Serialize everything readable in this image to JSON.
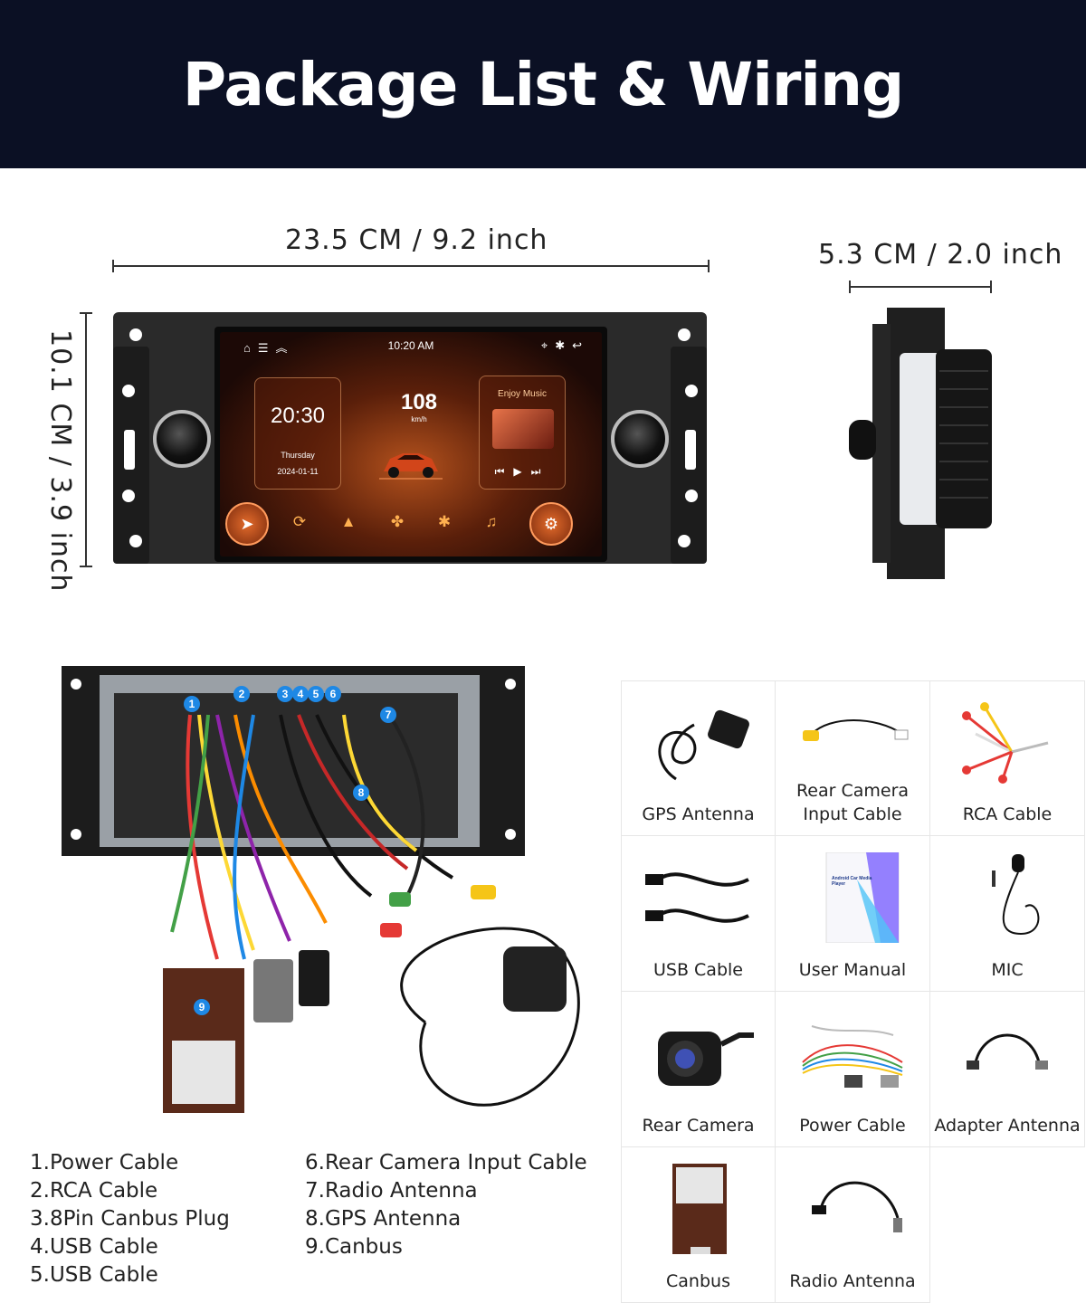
{
  "header": {
    "title": "Package List & Wiring"
  },
  "dimensions": {
    "width": "23.5 CM / 9.2 inch",
    "height": "10.1 CM / 3.9 inch",
    "depth": "5.3 CM / 2.0 inch"
  },
  "screen": {
    "status_time": "10:20 AM",
    "clock_time": "20:30",
    "clock_day": "Thursday",
    "clock_date": "2024-01-11",
    "speed_value": "108",
    "speed_unit": "km/h",
    "music_title": "Enjoy Music"
  },
  "wiring_badges": [
    "1",
    "2",
    "3",
    "4",
    "5",
    "6",
    "7",
    "8",
    "9"
  ],
  "legend": {
    "left": [
      "1.Power Cable",
      "2.RCA Cable",
      "3.8Pin Canbus Plug",
      "4.USB Cable",
      "5.USB Cable"
    ],
    "right": [
      "6.Rear Camera Input Cable",
      "7.Radio Antenna",
      "8.GPS Antenna",
      "9.Canbus"
    ]
  },
  "package": {
    "items": [
      {
        "label": "GPS Antenna",
        "icon": "gps-antenna-icon"
      },
      {
        "label": "Rear Camera\nInput Cable",
        "icon": "rear-camera-cable-icon"
      },
      {
        "label": "RCA Cable",
        "icon": "rca-cable-icon"
      },
      {
        "label": "USB Cable",
        "icon": "usb-cable-icon"
      },
      {
        "label": "User Manual",
        "icon": "user-manual-icon"
      },
      {
        "label": "MIC",
        "icon": "mic-icon"
      },
      {
        "label": "Rear Camera",
        "icon": "rear-camera-icon"
      },
      {
        "label": "Power Cable",
        "icon": "power-cable-icon"
      },
      {
        "label": "Adapter Antenna",
        "icon": "adapter-antenna-icon"
      },
      {
        "label": "Canbus",
        "icon": "canbus-icon"
      },
      {
        "label": "Radio Antenna",
        "icon": "radio-antenna-icon"
      }
    ],
    "manual_cover_text": "Android Car Media Player"
  }
}
